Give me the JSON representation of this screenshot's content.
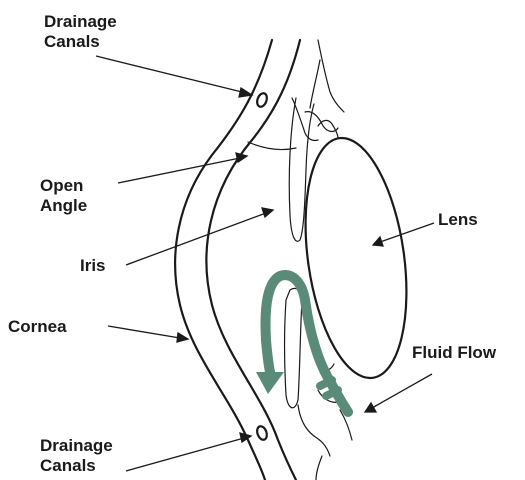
{
  "labels": {
    "drainage_top": [
      "Drainage",
      "Canals"
    ],
    "open_angle": [
      "Open",
      "Angle"
    ],
    "iris": "Iris",
    "cornea": "Cornea",
    "lens": "Lens",
    "fluid_flow": "Fluid Flow",
    "drainage_bottom": [
      "Drainage",
      "Canals"
    ]
  },
  "colors": {
    "line": "#1a1a1a",
    "fluid_arrow": "#5a8a78",
    "background": "#ffffff"
  }
}
